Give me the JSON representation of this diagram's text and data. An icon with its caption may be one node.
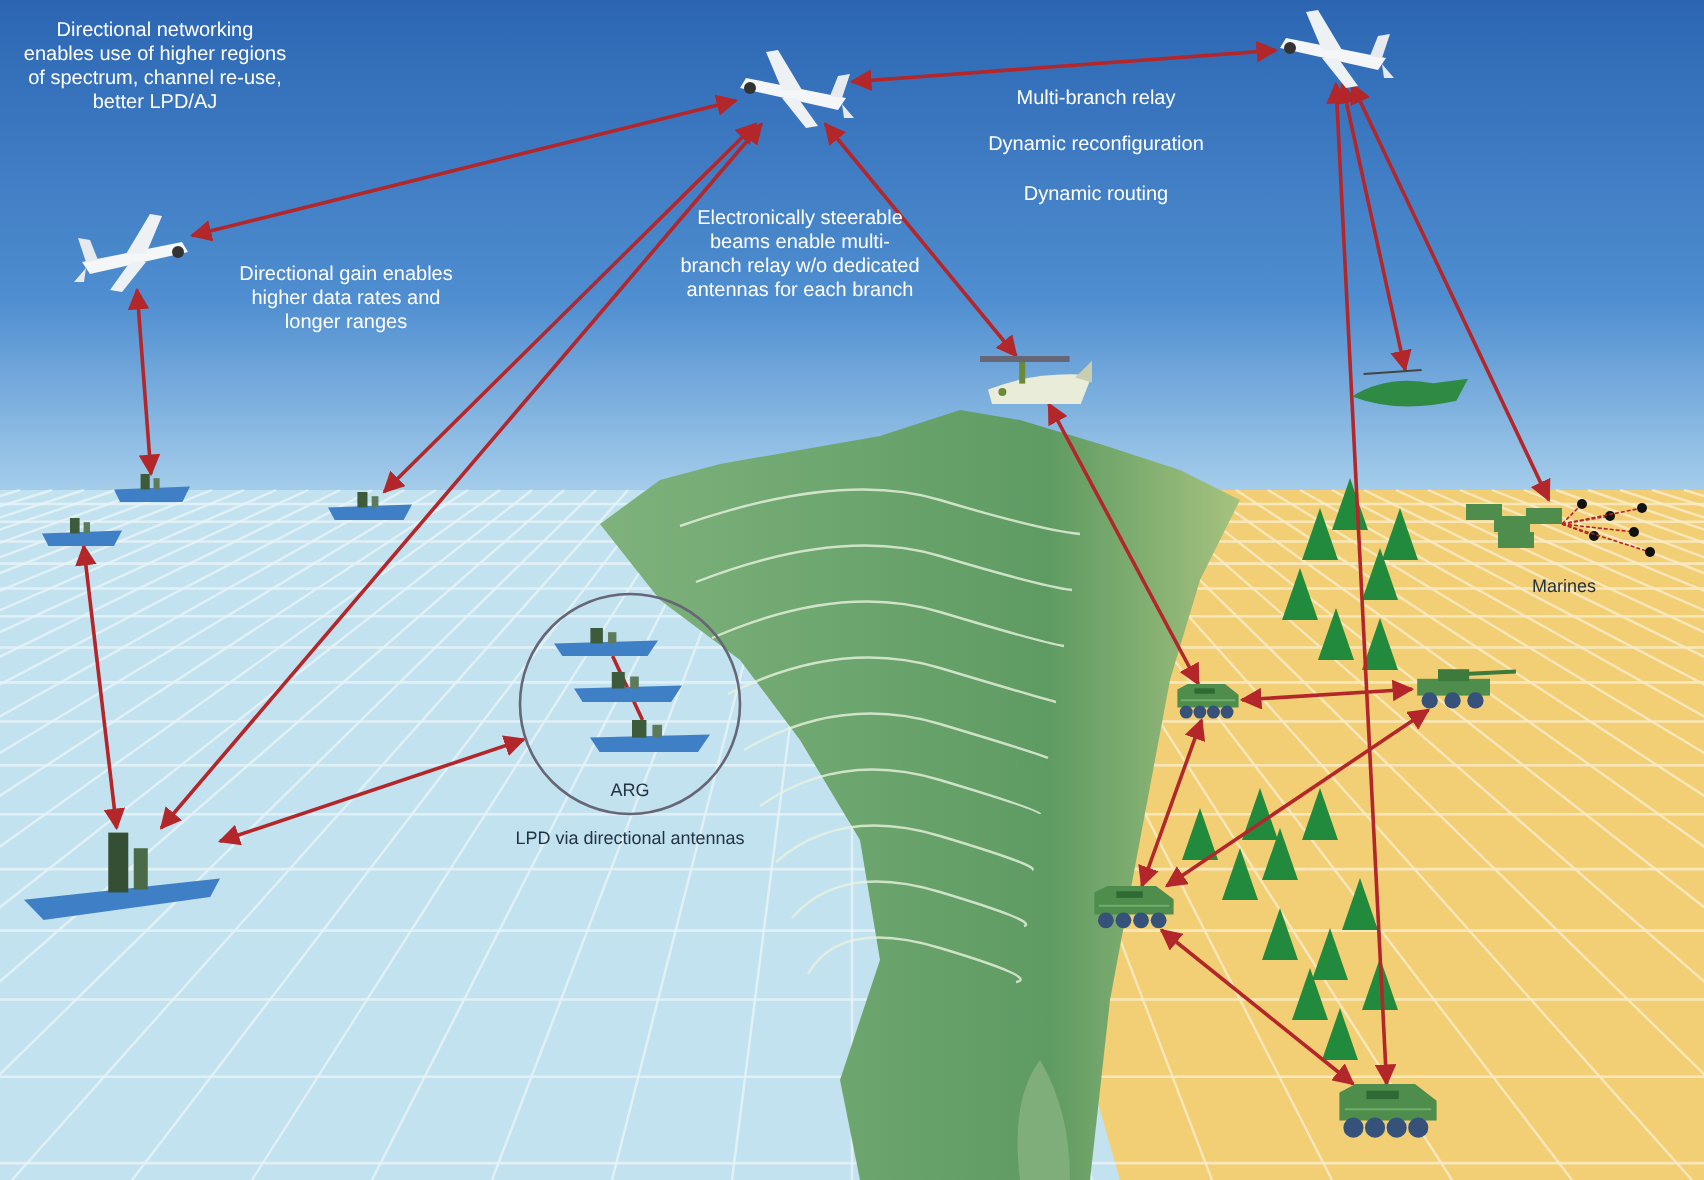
{
  "diagram": {
    "nodes": [
      {
        "text": [],
        "shape": "picture"
      },
      {
        "text": [],
        "shape": "picture"
      },
      {
        "text": [],
        "shape": "picture"
      },
      {
        "text": [],
        "shape": "picture"
      },
      {
        "text": [],
        "shape": "picture"
      },
      {
        "text": [],
        "shape": "picture"
      },
      {
        "text": [
          "ARG"
        ],
        "beside": [
          "LPD via directional antennas"
        ]
      },
      {
        "text": [],
        "shape": "picture",
        "in": 6
      },
      {
        "text": [],
        "shape": "picture",
        "in": 6
      },
      {
        "text": [],
        "shape": "picture",
        "in": 6
      },
      {
        "text": [],
        "shape": "picture"
      },
      {
        "text": [],
        "shape": "picture"
      },
      {
        "text": [],
        "shape": "picture"
      },
      {
        "text": [],
        "shape": "picture",
        "beside": [
          "Marines"
        ]
      },
      {
        "text": [],
        "shape": "picture"
      },
      {
        "text": [],
        "shape": "picture"
      },
      {
        "text": [],
        "shape": "picture"
      },
      {
        "text": [],
        "shape": "picture"
      }
    ],
    "edges": [
      {
        "from": 0,
        "to": 1,
        "arrow": "both"
      },
      {
        "from": 1,
        "to": 2,
        "arrow": "both"
      },
      {
        "from": 0,
        "to": 3,
        "arrow": "both"
      },
      {
        "from": 1,
        "to": 5,
        "arrow": "both"
      },
      {
        "from": 1,
        "to": 10,
        "arrow": "both"
      },
      {
        "from": 1,
        "to": 11,
        "arrow": "both"
      },
      {
        "from": 4,
        "to": 10,
        "arrow": "both"
      },
      {
        "from": 10,
        "to": 6,
        "arrow": "both"
      },
      {
        "from": 7,
        "to": 9,
        "arrow": "none"
      },
      {
        "from": 2,
        "to": 12,
        "arrow": "both"
      },
      {
        "from": 2,
        "to": 13,
        "arrow": "both"
      },
      {
        "from": 2,
        "to": 17,
        "arrow": "both"
      },
      {
        "from": 11,
        "to": 14,
        "arrow": "both"
      },
      {
        "from": 14,
        "to": 15,
        "arrow": "both"
      },
      {
        "from": 14,
        "to": 16,
        "arrow": "both"
      },
      {
        "from": 15,
        "to": 16,
        "arrow": "both"
      },
      {
        "from": 16,
        "to": 17,
        "arrow": "both"
      }
    ],
    "labels": [
      "Directional networking enables use of higher regions of spectrum, channel re-use, better LPD/AJ",
      "Directional gain enables higher data rates and longer ranges",
      "Electronically steerable beams enable multi-branch relay w/o dedicated antennas for each branch",
      "Multi-branch relay",
      "Dynamic reconfiguration",
      "Dynamic routing"
    ]
  }
}
